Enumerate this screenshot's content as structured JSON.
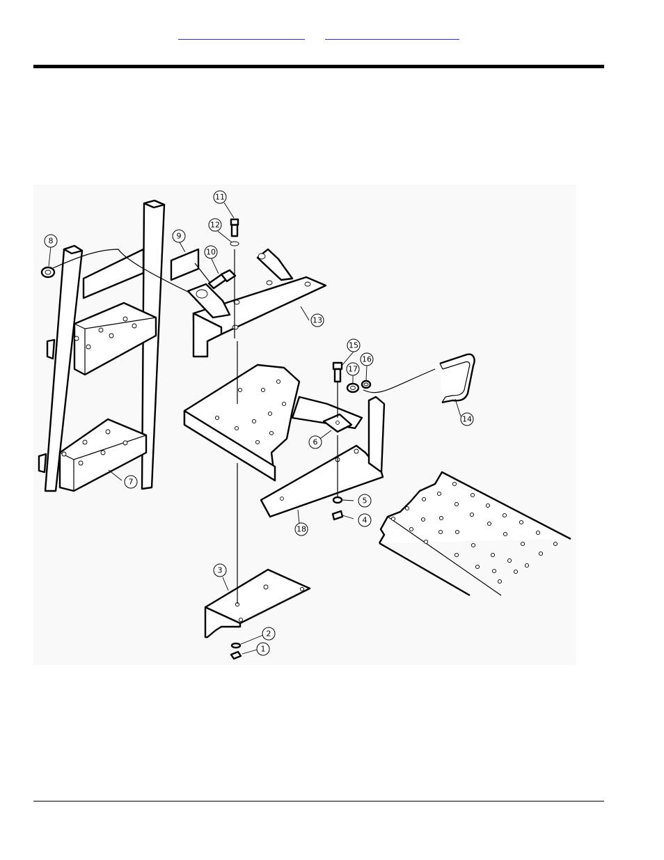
{
  "header": {
    "links": [
      {
        "label": ""
      },
      {
        "label": ""
      }
    ]
  },
  "diagram": {
    "callouts": [
      "1",
      "2",
      "3",
      "4",
      "5",
      "6",
      "7",
      "8",
      "9",
      "10",
      "11",
      "12",
      "13",
      "14",
      "15",
      "16",
      "17",
      "18"
    ]
  }
}
